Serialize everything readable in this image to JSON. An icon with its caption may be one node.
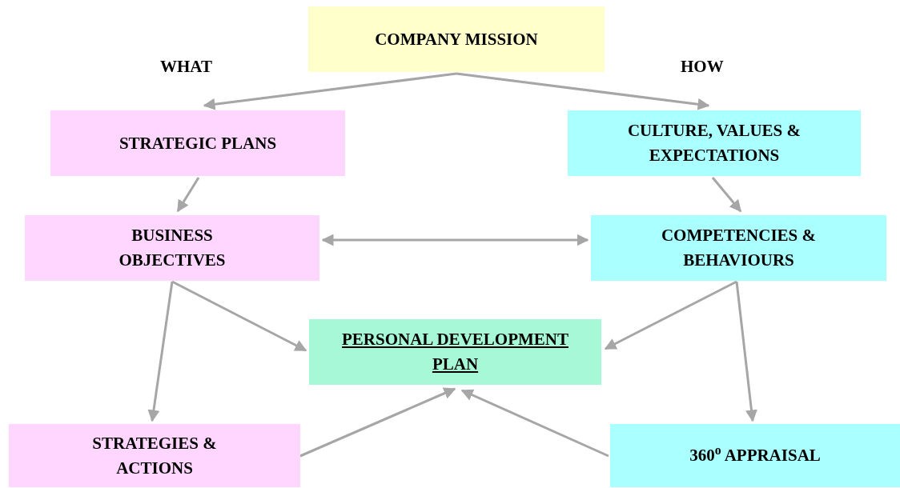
{
  "diagram": {
    "nodes": [
      {
        "text": [
          "COMPANY MISSION"
        ]
      },
      {
        "text": [
          "STRATEGIC PLANS"
        ]
      },
      {
        "text": [
          "CULTURE, VALUES & EXPECTATIONS"
        ]
      },
      {
        "text": [
          "BUSINESS OBJECTIVES"
        ]
      },
      {
        "text": [
          "COMPETENCIES & BEHAVIOURS"
        ]
      },
      {
        "text": [
          "PERSONAL DEVELOPMENT PLAN"
        ]
      },
      {
        "text": [
          "STRATEGIES & ACTIONS"
        ]
      },
      {
        "text": [
          "360$^{o}$ APPRAISAL"
        ]
      }
    ],
    "edges": [
      {
        "from": 0,
        "to": 1,
        "arrow": "to"
      },
      {
        "from": 0,
        "to": 2,
        "arrow": "to"
      },
      {
        "from": 1,
        "to": 3,
        "arrow": "to"
      },
      {
        "from": 2,
        "to": 4,
        "arrow": "to"
      },
      {
        "from": 3,
        "to": 4,
        "arrow": "both"
      },
      {
        "from": 3,
        "to": 5,
        "arrow": "to"
      },
      {
        "from": 3,
        "to": 6,
        "arrow": "to"
      },
      {
        "from": 4,
        "to": 5,
        "arrow": "to"
      },
      {
        "from": 4,
        "to": 7,
        "arrow": "to"
      },
      {
        "from": 6,
        "to": 5,
        "arrow": "to"
      },
      {
        "from": 7,
        "to": 5,
        "arrow": "to"
      }
    ],
    "labels": [
      "WHAT",
      "HOW"
    ]
  }
}
